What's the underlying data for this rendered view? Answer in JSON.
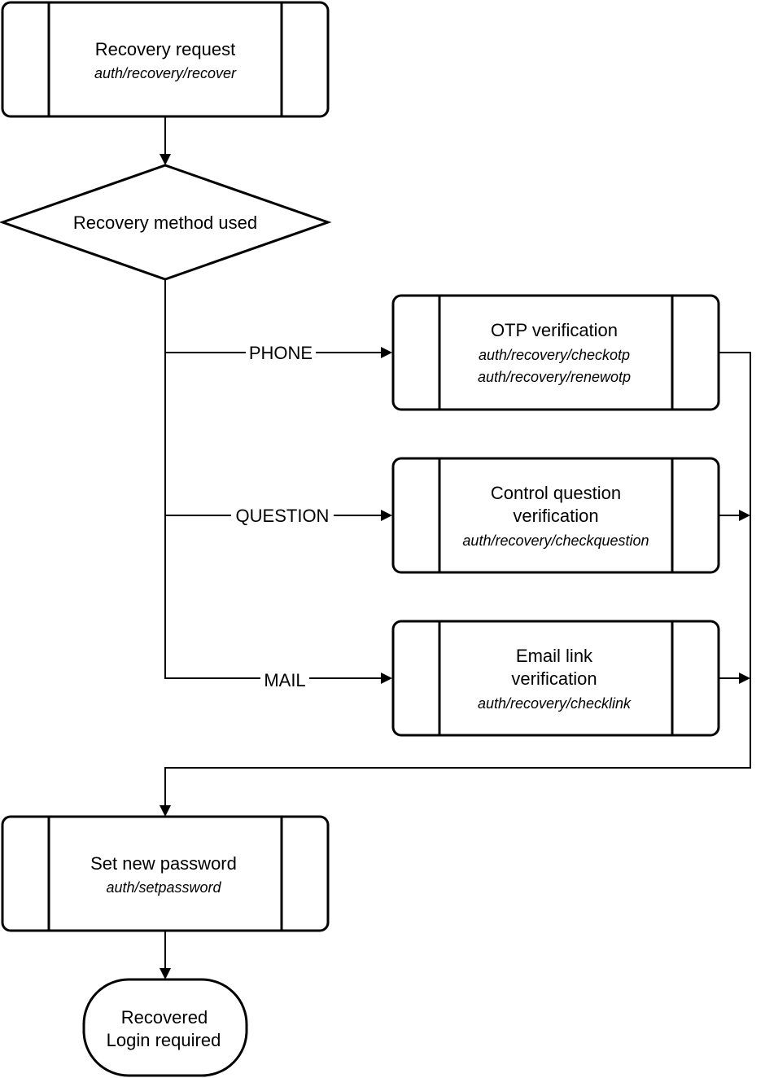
{
  "nodes": {
    "recovery_request": {
      "title": "Recovery request",
      "endpoint": "auth/recovery/recover"
    },
    "method_decision": {
      "title": "Recovery method used"
    },
    "otp_verification": {
      "title": "OTP verification",
      "endpoints": [
        "auth/recovery/checkotp",
        "auth/recovery/renewotp"
      ]
    },
    "question_verification": {
      "title_lines": [
        "Control question",
        "verification"
      ],
      "endpoint": "auth/recovery/checkquestion"
    },
    "email_verification": {
      "title_lines": [
        "Email link",
        "verification"
      ],
      "endpoint": "auth/recovery/checklink"
    },
    "set_password": {
      "title": "Set new password",
      "endpoint": "auth/setpassword"
    },
    "recovered": {
      "lines": [
        "Recovered",
        "Login required"
      ]
    }
  },
  "edges": {
    "phone": "PHONE",
    "question": "QUESTION",
    "mail": "MAIL"
  }
}
